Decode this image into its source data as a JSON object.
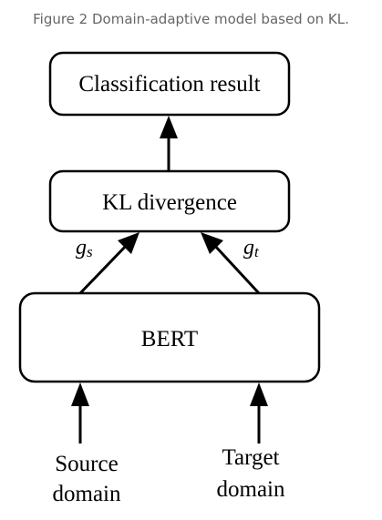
{
  "caption": "Figure 2 Domain-adaptive model based on KL.",
  "boxes": {
    "classification": "Classification result",
    "kl": "KL divergence",
    "bert": "BERT"
  },
  "edge_labels": {
    "gs_main": "g",
    "gs_sub": "s",
    "gt_main": "g",
    "gt_sub": "t"
  },
  "inputs": {
    "source_line1": "Source",
    "source_line2": "domain",
    "target_line1": "Target",
    "target_line2": "domain"
  }
}
